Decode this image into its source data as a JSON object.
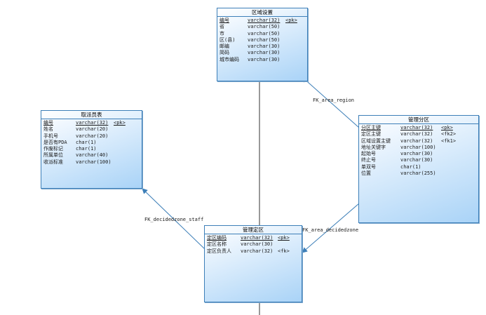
{
  "entities": [
    {
      "id": "region",
      "title": "区域设置",
      "attributes": [
        {
          "name": "编号",
          "type": "varchar(32)",
          "key": "<pk>",
          "pk": true
        },
        {
          "name": "省",
          "type": "varchar(50)",
          "key": "",
          "pk": false
        },
        {
          "name": "市",
          "type": "varchar(50)",
          "key": "",
          "pk": false
        },
        {
          "name": "区(县)",
          "type": "varchar(50)",
          "key": "",
          "pk": false
        },
        {
          "name": "邮编",
          "type": "varchar(30)",
          "key": "",
          "pk": false
        },
        {
          "name": "简码",
          "type": "varchar(30)",
          "key": "",
          "pk": false
        },
        {
          "name": "城市编码",
          "type": "varchar(30)",
          "key": "",
          "pk": false
        }
      ]
    },
    {
      "id": "staff",
      "title": "取派员表",
      "attributes": [
        {
          "name": "编号",
          "type": "varchar(32)",
          "key": "<pk>",
          "pk": true
        },
        {
          "name": "姓名",
          "type": "varchar(20)",
          "key": "",
          "pk": false
        },
        {
          "name": "手机号",
          "type": "varchar(20)",
          "key": "",
          "pk": false
        },
        {
          "name": "是否有PDA",
          "type": "char(1)",
          "key": "",
          "pk": false
        },
        {
          "name": "作废标记",
          "type": "char(1)",
          "key": "",
          "pk": false
        },
        {
          "name": "所属单位",
          "type": "varchar(40)",
          "key": "",
          "pk": false
        },
        {
          "name": "收派标准",
          "type": "varchar(100)",
          "key": "",
          "pk": false
        }
      ]
    },
    {
      "id": "area",
      "title": "管理分区",
      "attributes": [
        {
          "name": "分区主键",
          "type": "varchar(32)",
          "key": "<pk>",
          "pk": true
        },
        {
          "name": "定区主键",
          "type": "varchar(32)",
          "key": "<fk2>",
          "pk": false
        },
        {
          "name": "区域设置主键",
          "type": "varchar(32)",
          "key": "<fk1>",
          "pk": false
        },
        {
          "name": "地址关键字",
          "type": "varchar(100)",
          "key": "",
          "pk": false
        },
        {
          "name": "起始号",
          "type": "varchar(30)",
          "key": "",
          "pk": false
        },
        {
          "name": "终止号",
          "type": "varchar(30)",
          "key": "",
          "pk": false
        },
        {
          "name": "单双号",
          "type": "char(1)",
          "key": "",
          "pk": false
        },
        {
          "name": "位置",
          "type": "varchar(255)",
          "key": "",
          "pk": false
        }
      ]
    },
    {
      "id": "decidedzone",
      "title": "管理定区",
      "attributes": [
        {
          "name": "定区编码",
          "type": "varchar(32)",
          "key": "<pk>",
          "pk": true
        },
        {
          "name": "定区名称",
          "type": "varchar(30)",
          "key": "",
          "pk": false
        },
        {
          "name": "定区负责人",
          "type": "varchar(32)",
          "key": "<fk>",
          "pk": false
        }
      ]
    }
  ],
  "relationships": [
    {
      "id": "area-region",
      "label": "FK_area_region"
    },
    {
      "id": "decidedzone-staff",
      "label": "FK_decidedzone_staff"
    },
    {
      "id": "area-decidedzone",
      "label": "FK_area_decidedzone"
    }
  ],
  "colors": {
    "border": "#3d7fb8",
    "line": "#3d7fb8",
    "fill_end": "#a9d3f7"
  }
}
